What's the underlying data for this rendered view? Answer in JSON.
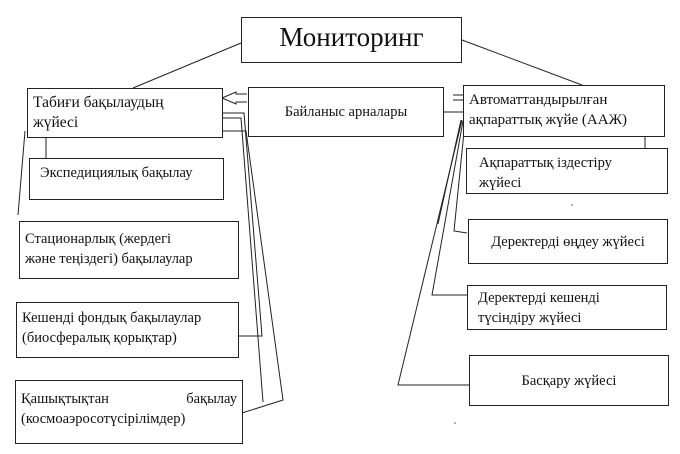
{
  "diagram": {
    "title": "Мониторинг",
    "channels": "Байланыс арналары",
    "left": {
      "head": [
        "Табиғи бақылаудың",
        "жүйесі"
      ],
      "items": [
        {
          "lines": [
            "Экспедициялық бақылау"
          ]
        },
        {
          "lines": [
            "Стационарлық (жердегі",
            "және теңіздегі) бақылаулар"
          ]
        },
        {
          "lines": [
            "Кешенді фондық бақылаулар",
            "(биосфералық қорықтар)"
          ]
        },
        {
          "lines": [
            "Қашықтықтан бақылау",
            "(космоаэросотүсірілімдер)"
          ]
        }
      ]
    },
    "right": {
      "head": [
        "Автоматтандырылған",
        "ақпараттық жүйе (ААЖ)"
      ],
      "items": [
        {
          "lines": [
            "Ақпараттық іздестіру",
            "жүйесі"
          ]
        },
        {
          "lines": [
            "Деректерді өңдеу жүйесі"
          ]
        },
        {
          "lines": [
            "Деректерді кешенді",
            "түсіндіру жүйесі"
          ]
        },
        {
          "lines": [
            "Басқару жүйесі"
          ]
        }
      ]
    }
  }
}
